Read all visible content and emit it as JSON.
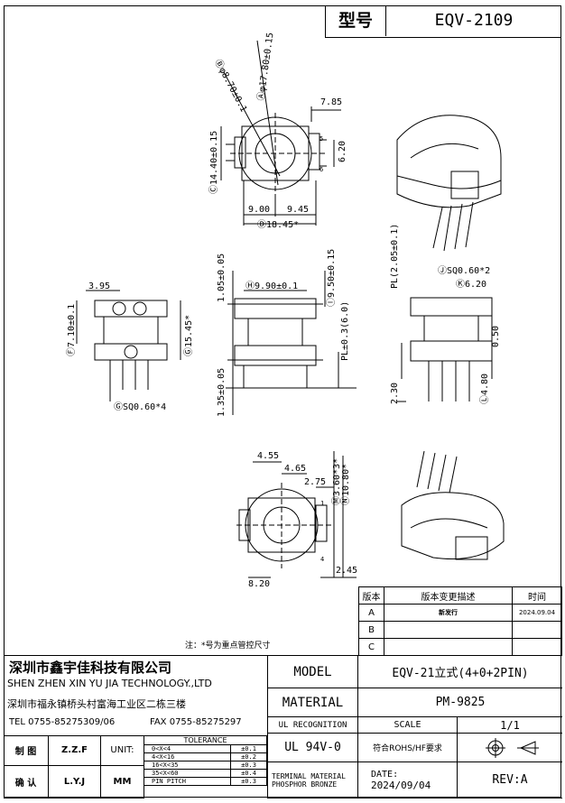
{
  "header": {
    "type_label": "型号",
    "type_value": "EQV-2109"
  },
  "note": "注：*号为重点管控尺寸",
  "revision_table": {
    "headers": [
      "版本",
      "版本变更描述",
      "时间"
    ],
    "rows": [
      {
        "ver": "A",
        "desc": "新发行",
        "date": "2024.09.04"
      },
      {
        "ver": "B",
        "desc": "",
        "date": ""
      },
      {
        "ver": "C",
        "desc": "",
        "date": ""
      }
    ]
  },
  "company": {
    "name_cn": "深圳市鑫宇佳科技有限公司",
    "name_en": "SHEN ZHEN XIN YU JIA TECHNOLOGY.,LTD",
    "address": "深圳市福永镇桥头村富海工业区二栋三楼",
    "tel": "TEL 0755-85275309/06",
    "fax": "FAX 0755-85275297"
  },
  "title_block": {
    "model_label": "MODEL",
    "model_value": "EQV-21立式(4+0+2PIN)",
    "material_label": "MATERIAL",
    "material_value": "PM-9825",
    "ul_label": "UL RECOGNITION",
    "scale_label": "SCALE",
    "scale_value": "1/1",
    "ul_value": "UL 94V-0",
    "rohs": "符合ROHS/HF要求",
    "terminal_material": "TERMINAL MATERIAL",
    "terminal_value": "PHOSPHOR BRONZE",
    "date_label": "DATE:",
    "date_value": "2024/09/04",
    "rev": "REV:A"
  },
  "signoff": {
    "made_label": "制 图",
    "made_by": "Z.Z.F",
    "check_label": "确 认",
    "check_by": "L.Y.J",
    "unit_label": "UNIT:",
    "unit_value": "MM"
  },
  "tolerance": {
    "title": "TOLERANCE",
    "rows": [
      {
        "range": "0<X<4",
        "tol": "±0.1"
      },
      {
        "range": "4<X<16",
        "tol": "±0.2"
      },
      {
        "range": "16<X<35",
        "tol": "±0.3"
      },
      {
        "range": "35<X<60",
        "tol": "±0.4"
      },
      {
        "range": "PIN PITCH",
        "tol": "±0.3"
      }
    ]
  },
  "dims": {
    "top_a": "Ⓐφ17.80±0.15",
    "top_b": "Ⓑφ8.70±0.1",
    "top_785": "7.85",
    "top_c": "Ⓒ14.40±0.15",
    "top_620": "6.20",
    "top_900": "9.00",
    "top_945": "9.45",
    "top_d": "Ⓓ18.45*",
    "pin5": "5",
    "pin6": "6",
    "pin4": "4",
    "pin1": "1",
    "left_395": "3.95",
    "left_f": "Ⓕ7.10±0.1",
    "left_g": "Ⓖ15.45*",
    "left_sq": "ⒼSQ0.60*4",
    "mid_105": "1.05±0.05",
    "mid_h": "Ⓗ9.90±0.1",
    "mid_i": "Ⓘ9.50±0.15",
    "mid_135": "1.35±0.05",
    "mid_pl": "PL±0.3(6.0)",
    "right_pl": "PL(2.05±0.1)",
    "right_j": "ⒿSQ0.60*2",
    "right_k": "Ⓚ6.20",
    "right_050": "0.50",
    "right_230": "2.30",
    "right_l": "Ⓛ4.80",
    "bot_455": "4.55",
    "bot_465": "4.65",
    "bot_275": "2.75",
    "bot_m": "Ⓜ3.60*3*",
    "bot_n": "Ⓝ10.80*",
    "bot_245": "2.45",
    "bot_820": "8.20"
  }
}
